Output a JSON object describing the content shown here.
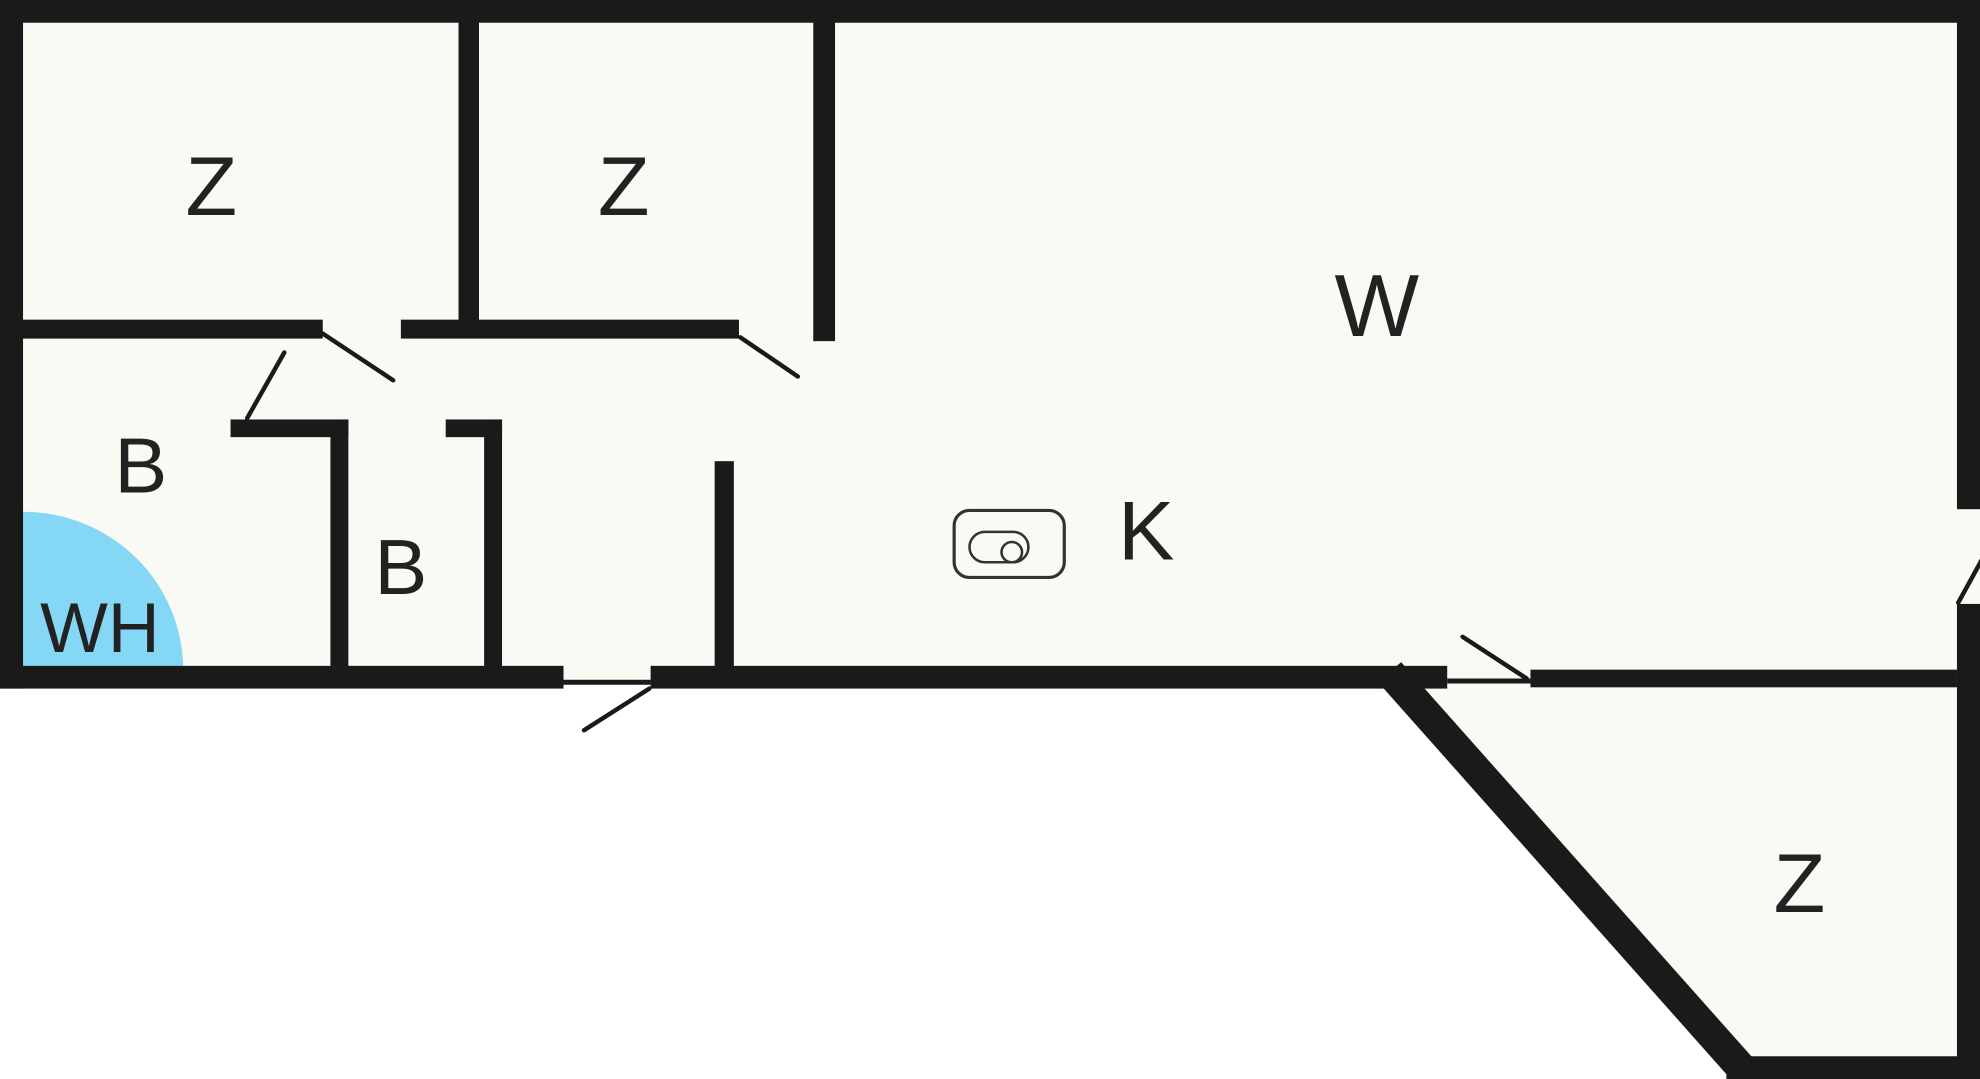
{
  "diagram": {
    "type": "floor-plan",
    "rooms": [
      {
        "id": "bedroom-1",
        "label": "Z"
      },
      {
        "id": "bedroom-2",
        "label": "Z"
      },
      {
        "id": "living-room",
        "label": "W"
      },
      {
        "id": "bathroom-1",
        "label": "B"
      },
      {
        "id": "bathroom-2",
        "label": "B"
      },
      {
        "id": "kitchen",
        "label": "K"
      },
      {
        "id": "water-heater",
        "label": "WH"
      },
      {
        "id": "bedroom-3",
        "label": "Z"
      }
    ],
    "icons": [
      {
        "name": "stove-icon",
        "location": "kitchen"
      }
    ],
    "colors": {
      "wall": "#1a1a1a",
      "floor": "#fafaf5",
      "background": "#ffffff",
      "water_heater_highlight": "#85d7f6",
      "label": "#222222"
    }
  }
}
